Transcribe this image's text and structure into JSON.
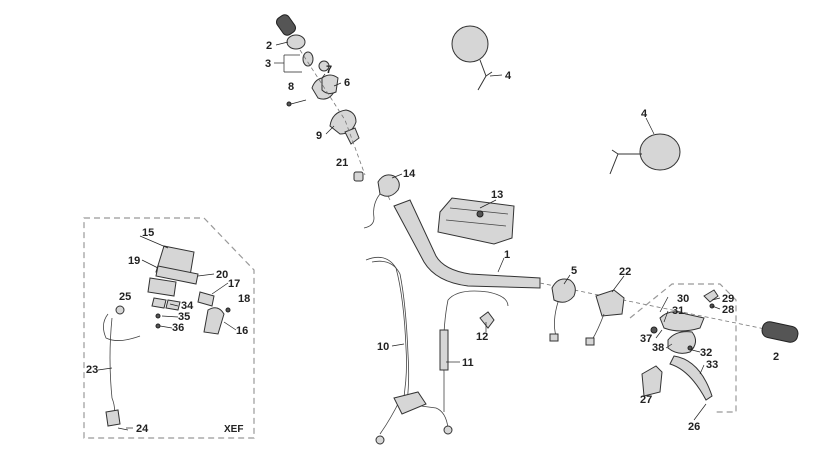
{
  "callouts": [
    {
      "id": "c2a",
      "text": "2"
    },
    {
      "id": "c3",
      "text": "3"
    },
    {
      "id": "c7",
      "text": "7"
    },
    {
      "id": "c6",
      "text": "6"
    },
    {
      "id": "c8",
      "text": "8"
    },
    {
      "id": "c9",
      "text": "9"
    },
    {
      "id": "c21",
      "text": "21"
    },
    {
      "id": "c4a",
      "text": "4"
    },
    {
      "id": "c4b",
      "text": "4"
    },
    {
      "id": "c14",
      "text": "14"
    },
    {
      "id": "c13",
      "text": "13"
    },
    {
      "id": "c1",
      "text": "1"
    },
    {
      "id": "c5",
      "text": "5"
    },
    {
      "id": "c22",
      "text": "22"
    },
    {
      "id": "c30",
      "text": "30"
    },
    {
      "id": "c31",
      "text": "31"
    },
    {
      "id": "c29",
      "text": "29"
    },
    {
      "id": "c28",
      "text": "28"
    },
    {
      "id": "c37",
      "text": "37"
    },
    {
      "id": "c38",
      "text": "38"
    },
    {
      "id": "c32",
      "text": "32"
    },
    {
      "id": "c33",
      "text": "33"
    },
    {
      "id": "c2b",
      "text": "2"
    },
    {
      "id": "c27",
      "text": "27"
    },
    {
      "id": "c26",
      "text": "26"
    },
    {
      "id": "c12",
      "text": "12"
    },
    {
      "id": "c10",
      "text": "10"
    },
    {
      "id": "c11",
      "text": "11"
    },
    {
      "id": "c15",
      "text": "15"
    },
    {
      "id": "c19",
      "text": "19"
    },
    {
      "id": "c20",
      "text": "20"
    },
    {
      "id": "c17",
      "text": "17"
    },
    {
      "id": "c18",
      "text": "18"
    },
    {
      "id": "c25",
      "text": "25"
    },
    {
      "id": "c34",
      "text": "34"
    },
    {
      "id": "c35",
      "text": "35"
    },
    {
      "id": "c36",
      "text": "36"
    },
    {
      "id": "c16",
      "text": "16"
    },
    {
      "id": "c23",
      "text": "23"
    },
    {
      "id": "c24",
      "text": "24"
    }
  ],
  "inset_label": "XEF"
}
